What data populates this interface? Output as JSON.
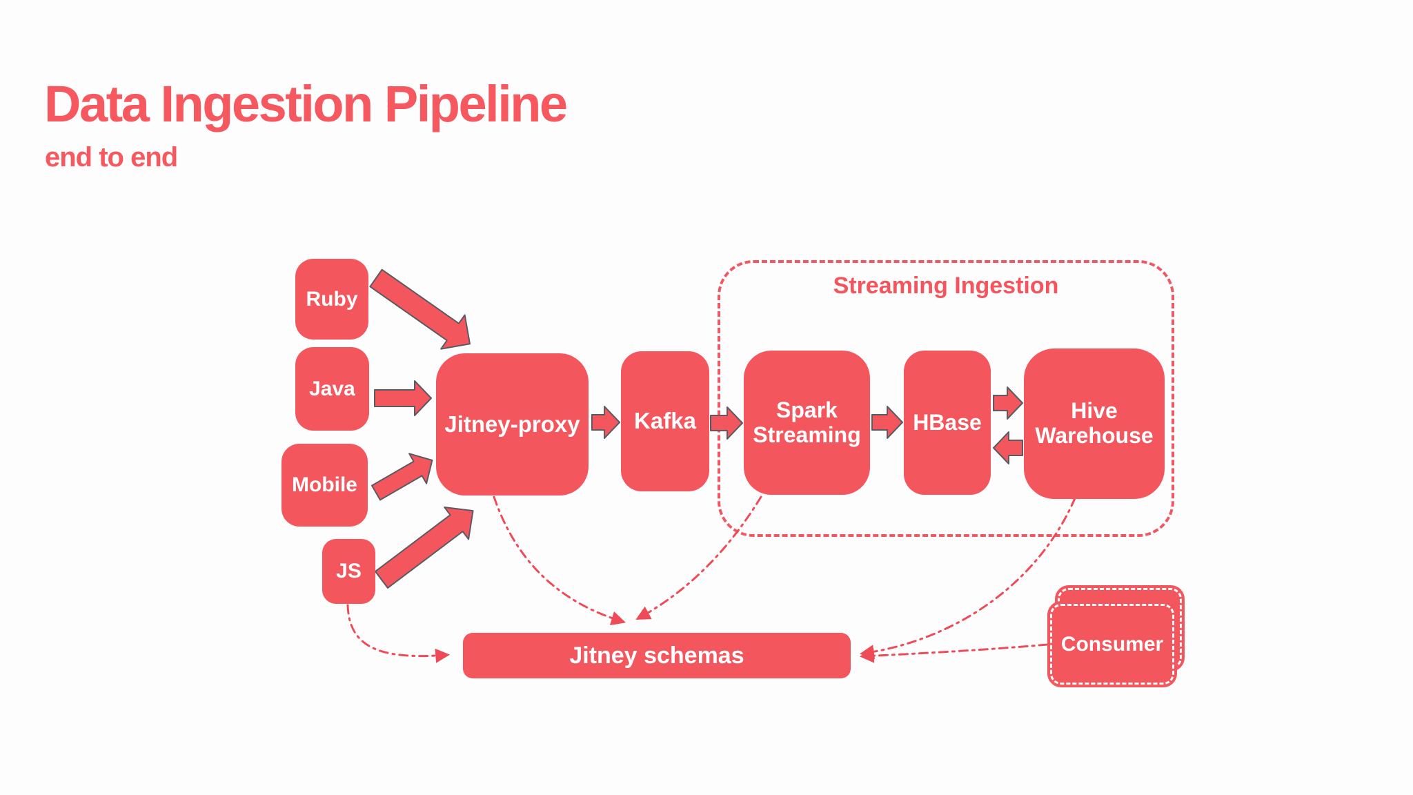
{
  "title": "Data Ingestion Pipeline",
  "subtitle": "end to end",
  "groups": {
    "streaming_ingestion": {
      "label": "Streaming Ingestion"
    }
  },
  "nodes": {
    "ruby": {
      "label": "Ruby"
    },
    "java": {
      "label": "Java"
    },
    "mobile": {
      "label": "Mobile"
    },
    "js": {
      "label": "JS"
    },
    "jitney_proxy": {
      "label": "Jitney-proxy"
    },
    "kafka": {
      "label": "Kafka"
    },
    "spark_streaming": {
      "label": "Spark Streaming"
    },
    "hbase": {
      "label": "HBase"
    },
    "hive_warehouse": {
      "label": "Hive Warehouse"
    },
    "jitney_schemas": {
      "label": "Jitney schemas"
    },
    "consumer": {
      "label": "Consumer"
    }
  },
  "edges": {
    "solid": [
      "ruby -> jitney_proxy",
      "java -> jitney_proxy",
      "mobile -> jitney_proxy",
      "js -> jitney_proxy",
      "jitney_proxy -> kafka",
      "kafka -> spark_streaming",
      "spark_streaming -> hbase",
      "hbase -> hive_warehouse",
      "hive_warehouse -> hbase"
    ],
    "dashed": [
      "js -> jitney_schemas",
      "jitney_proxy -> jitney_schemas",
      "spark_streaming -> jitney_schemas",
      "hive_warehouse -> jitney_schemas",
      "consumer -> jitney_schemas"
    ]
  },
  "colors": {
    "accent": "#F4565E",
    "title_text": "#F6585F",
    "dashed_line": "#EE4B59",
    "group_border": "#F15763",
    "arrow_outline": "#5A5A62",
    "text_on_accent": "#FFFFFF",
    "background": "#FDFDFD"
  }
}
